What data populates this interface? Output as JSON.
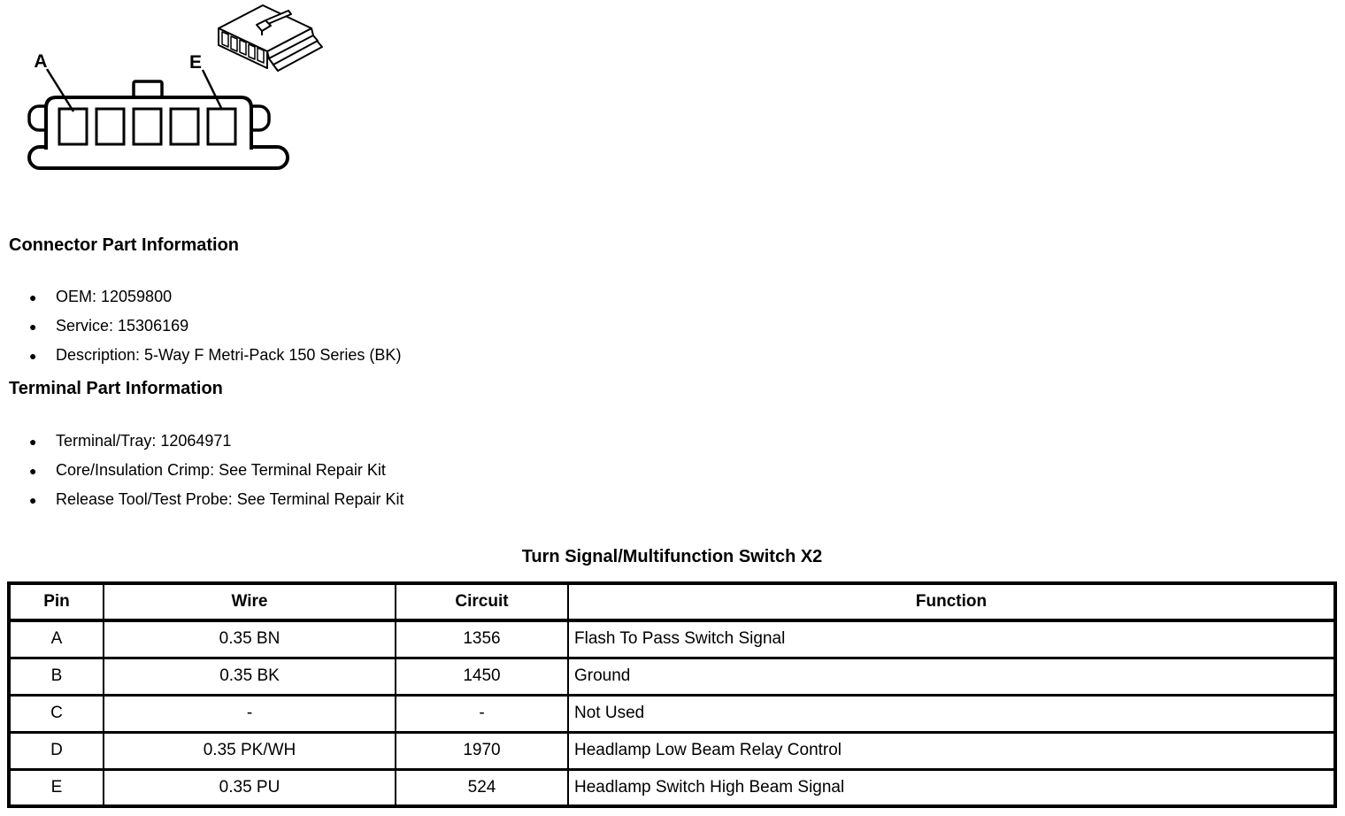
{
  "glyphs": {
    "bullet": "●"
  },
  "colors": {
    "ink": "#000000",
    "background": "#ffffff"
  },
  "figure": {
    "pin_label_a": "A",
    "pin_label_e": "E"
  },
  "connector_info": {
    "heading": "Connector Part Information",
    "items": [
      "OEM: 12059800",
      "Service: 15306169",
      "Description: 5-Way F Metri-Pack 150 Series (BK)"
    ]
  },
  "terminal_info": {
    "heading": "Terminal Part Information",
    "items": [
      "Terminal/Tray: 12064971",
      "Core/Insulation Crimp: See Terminal Repair Kit",
      "Release Tool/Test Probe: See Terminal Repair Kit"
    ]
  },
  "table": {
    "title": "Turn Signal/Multifunction Switch X2",
    "headers": [
      "Pin",
      "Wire",
      "Circuit",
      "Function"
    ],
    "rows": [
      {
        "pin": "A",
        "wire": "0.35 BN",
        "circuit": "1356",
        "function": "Flash To Pass Switch Signal"
      },
      {
        "pin": "B",
        "wire": "0.35 BK",
        "circuit": "1450",
        "function": "Ground"
      },
      {
        "pin": "C",
        "wire": "-",
        "circuit": "-",
        "function": "Not Used"
      },
      {
        "pin": "D",
        "wire": "0.35 PK/WH",
        "circuit": "1970",
        "function": "Headlamp Low Beam Relay Control"
      },
      {
        "pin": "E",
        "wire": "0.35 PU",
        "circuit": "524",
        "function": "Headlamp Switch High Beam Signal"
      }
    ]
  }
}
